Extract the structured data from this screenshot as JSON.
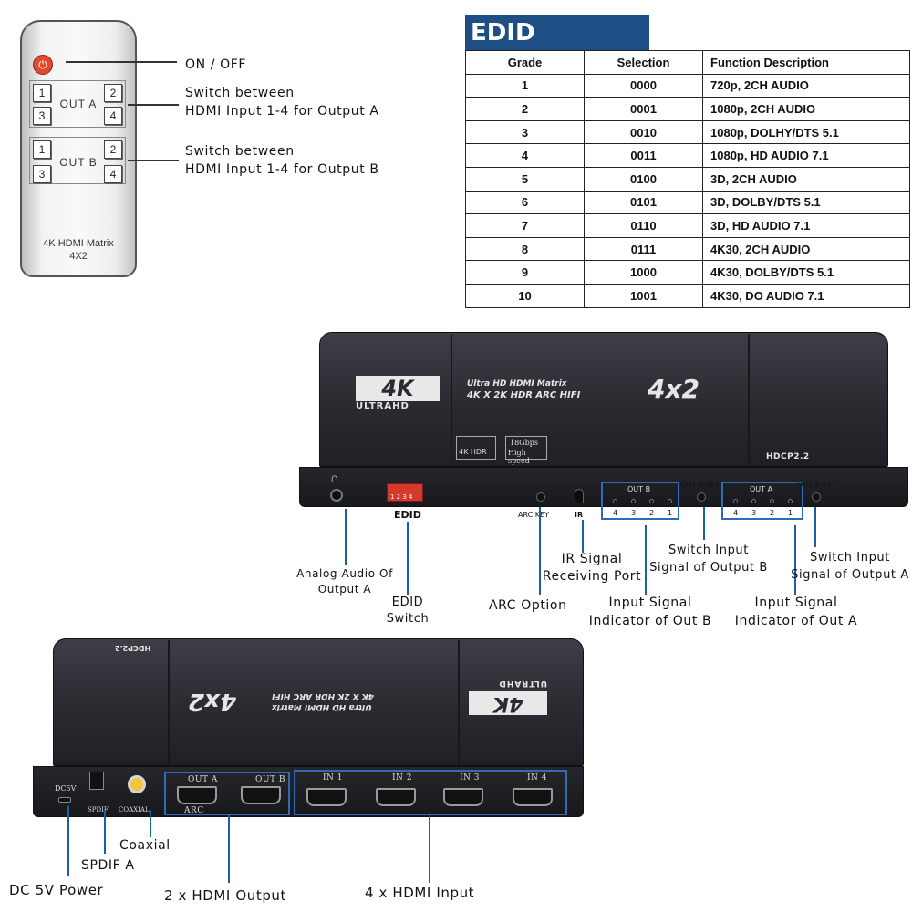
{
  "remote": {
    "power_glyph": "⏻",
    "out_a_label": "OUT A",
    "out_b_label": "OUT B",
    "buttons": [
      "1",
      "2",
      "3",
      "4"
    ],
    "model_line1": "4K HDMI Matrix",
    "model_line2": "4X2"
  },
  "remote_callouts": {
    "on_off": "ON / OFF",
    "switch_a_line1": "Switch between",
    "switch_a_line2": "HDMI Input 1-4 for Output A",
    "switch_b_line1": "Switch between",
    "switch_b_line2": "HDMI Input 1-4 for Output B"
  },
  "edid": {
    "title": "EDID Setting:",
    "headers": [
      "Grade",
      "Selection",
      "Function Description"
    ],
    "rows": [
      [
        "1",
        "0000",
        "720p, 2CH AUDIO"
      ],
      [
        "2",
        "0001",
        "1080p, 2CH AUDIO"
      ],
      [
        "3",
        "0010",
        "1080p, DOLHY/DTS 5.1"
      ],
      [
        "4",
        "0011",
        "1080p, HD AUDIO 7.1"
      ],
      [
        "5",
        "0100",
        "3D, 2CH AUDIO"
      ],
      [
        "6",
        "0101",
        "3D, DOLBY/DTS 5.1"
      ],
      [
        "7",
        "0110",
        "3D, HD AUDIO 7.1"
      ],
      [
        "8",
        "0111",
        "4K30, 2CH AUDIO"
      ],
      [
        "9",
        "1000",
        "4K30, DOLBY/DTS 5.1"
      ],
      [
        "10",
        "1001",
        "4K30, DO AUDIO 7.1"
      ]
    ]
  },
  "device_front": {
    "logo_4k": "4K",
    "logo_sub": "ULTRAHD",
    "product_line1": "Ultra HD HDMI Matrix",
    "product_line2": "4K X 2K HDR ARC HIFI",
    "product_model": "4x2",
    "badge_4k_hdr": "4K HDR",
    "badge_18g_line1": "18Gbps",
    "badge_18g_line2": "High speed",
    "hdcp": "HDCP2.2",
    "edid_label": "EDID",
    "dip_numbers": "1 2 3 4",
    "arc_key": "ARC KEY",
    "ir_label": "IR",
    "out_b_key": "OUT B-KEY",
    "out_a_key": "OUT A-KEY",
    "out_b_label": "OUT B",
    "out_a_label": "OUT A",
    "led_numbers": [
      "4",
      "3",
      "2",
      "1"
    ]
  },
  "front_callouts": {
    "analog_audio_line1": "Analog Audio Of",
    "analog_audio_line2": "Output A",
    "edid_line1": "EDID",
    "edid_line2": "Switch",
    "arc_option": "ARC Option",
    "ir_line1": "IR Signal",
    "ir_line2": "Receiving Port",
    "input_b_line1": "Input Signal",
    "input_b_line2": "Indicator of Out B",
    "switch_b_line1": "Switch Input",
    "switch_b_line2": "Signal of Output B",
    "input_a_line1": "Input Signal",
    "input_a_line2": "Indicator of Out A",
    "switch_a_line1": "Switch Input",
    "switch_a_line2": "Signal of Output A"
  },
  "device_back": {
    "dc5v": "DC5V",
    "spdif": "SPDIF",
    "coaxial": "COAXIAL",
    "out_a": "OUT A",
    "out_b": "OUT B",
    "arc": "ARC",
    "inputs": [
      "IN 1",
      "IN 2",
      "IN 3",
      "IN 4"
    ]
  },
  "back_callouts": {
    "coaxial": "Coaxial",
    "spdif_a": "SPDIF A",
    "dc_power": "DC 5V Power",
    "hdmi_output": "2 x HDMI Output",
    "hdmi_input": "4 x HDMI Input"
  }
}
